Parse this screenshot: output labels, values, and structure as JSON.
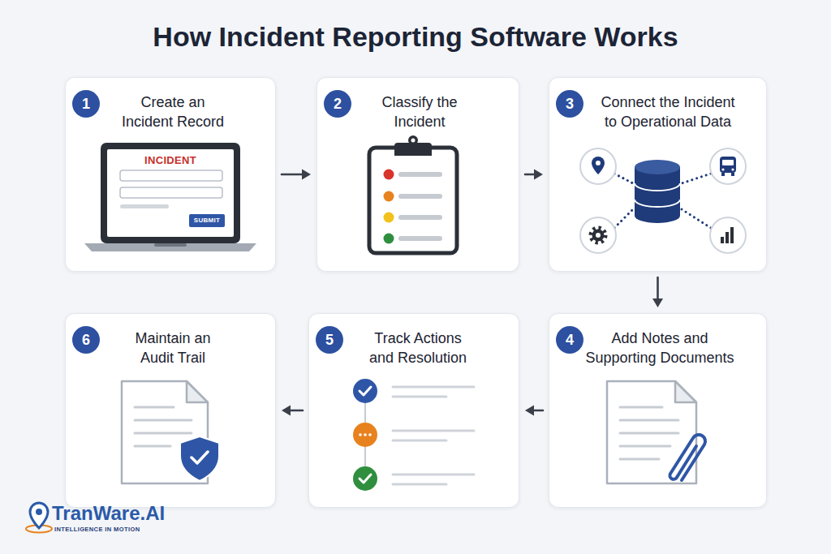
{
  "diagram": {
    "title": "How Incident Reporting Software Works",
    "nodes": [
      {
        "text": [
          "Create an Incident Record"
        ]
      },
      {
        "text": [
          "1"
        ],
        "in": 0
      },
      {
        "text": [
          "SUBMIT"
        ],
        "in": 0
      },
      {
        "text": [
          "Classify the Incident"
        ]
      },
      {
        "text": [
          "2"
        ],
        "in": 3
      },
      {
        "text": [
          "Connect the Incident to Operational Data"
        ]
      },
      {
        "text": [
          "3"
        ],
        "in": 5
      },
      {
        "text": [
          "Add Notes and Supporting Documents"
        ]
      },
      {
        "text": [
          "4"
        ],
        "in": 7
      },
      {
        "text": [
          "Track Actions and Resolution"
        ]
      },
      {
        "text": [
          "5"
        ],
        "in": 9
      },
      {
        "text": [
          "Maintain an Audit Trail"
        ]
      },
      {
        "text": [
          "6"
        ],
        "in": 11
      }
    ],
    "edges": [
      {
        "from": 0,
        "to": 3,
        "arrow": "to"
      },
      {
        "from": 3,
        "to": 5,
        "arrow": "to"
      },
      {
        "from": 5,
        "to": 7,
        "arrow": "to"
      },
      {
        "from": 7,
        "to": 9,
        "arrow": "to"
      },
      {
        "from": 9,
        "to": 11,
        "arrow": "to"
      }
    ],
    "labels": [
      "INCIDENT",
      "TranWare.AI",
      "INTELLIGENCE IN MOTION"
    ]
  }
}
